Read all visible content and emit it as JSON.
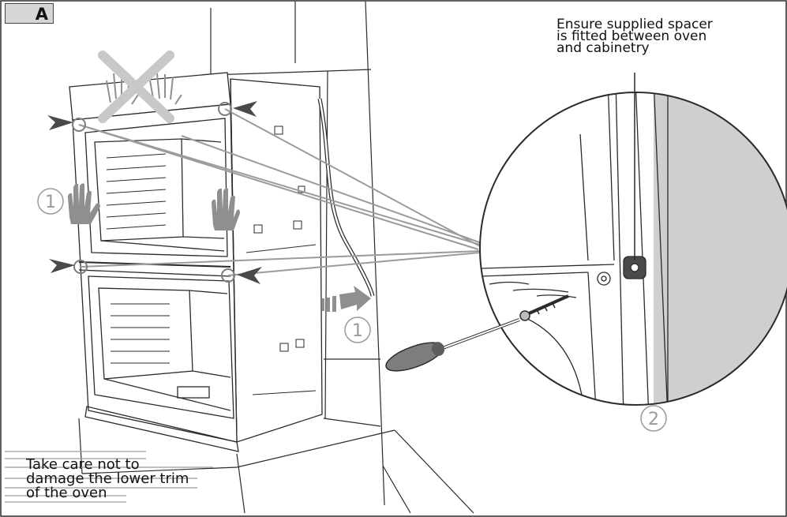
{
  "panel_label": "A",
  "notes": {
    "spacer": "Ensure supplied spacer\nis fitted between oven\nand cabinetry",
    "trim": "Take care not to\ndamage the lower trim\nof the oven"
  },
  "steps": {
    "step_left": "1",
    "step_right": "1",
    "step_zoom": "2"
  },
  "colors": {
    "line": "#2b2b2b",
    "callout": "#9b9b9b",
    "hand": "#8f8f8f",
    "forbid": "#c8c8c8",
    "panel_bg": "#d6d6d6",
    "spacer_strip": "#cfcfcf",
    "screwdriver": "#7d7d7d"
  },
  "icons": {
    "hands_crossed": "no-hands-icon",
    "hand": "hand-icon",
    "push_arrow": "push-arrow-icon",
    "screwdriver": "screwdriver-icon"
  }
}
